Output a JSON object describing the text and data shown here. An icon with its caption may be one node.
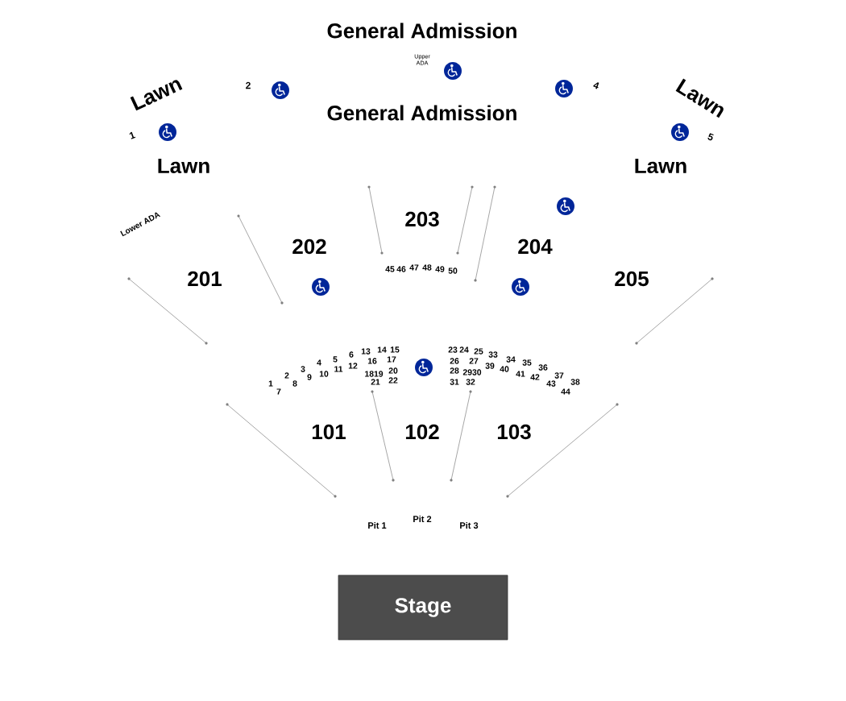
{
  "diagram": {
    "nodes": [
      {
        "text": [
          "Stage"
        ]
      }
    ],
    "labels": [
      "General Admission",
      "Upper ADA",
      "Lawn",
      "2",
      "4",
      "Lawn",
      "General Admission",
      "1",
      "5",
      "Lawn",
      "Lawn",
      "Lower ADA",
      "203",
      "202",
      "204",
      "201",
      "205",
      "45",
      "46",
      "47",
      "48",
      "49",
      "50",
      "1",
      "2",
      "3",
      "4",
      "5",
      "6",
      "13",
      "14",
      "15",
      "23",
      "24",
      "25",
      "33",
      "34",
      "35",
      "36",
      "37",
      "38",
      "7",
      "8",
      "9",
      "10",
      "11",
      "12",
      "16",
      "17",
      "26",
      "27",
      "39",
      "40",
      "41",
      "42",
      "43",
      "44",
      "1819",
      "20",
      "28",
      "2930",
      "21",
      "22",
      "31",
      "32",
      "101",
      "102",
      "103",
      "Pit 2",
      "Pit 1",
      "Pit 3"
    ]
  }
}
